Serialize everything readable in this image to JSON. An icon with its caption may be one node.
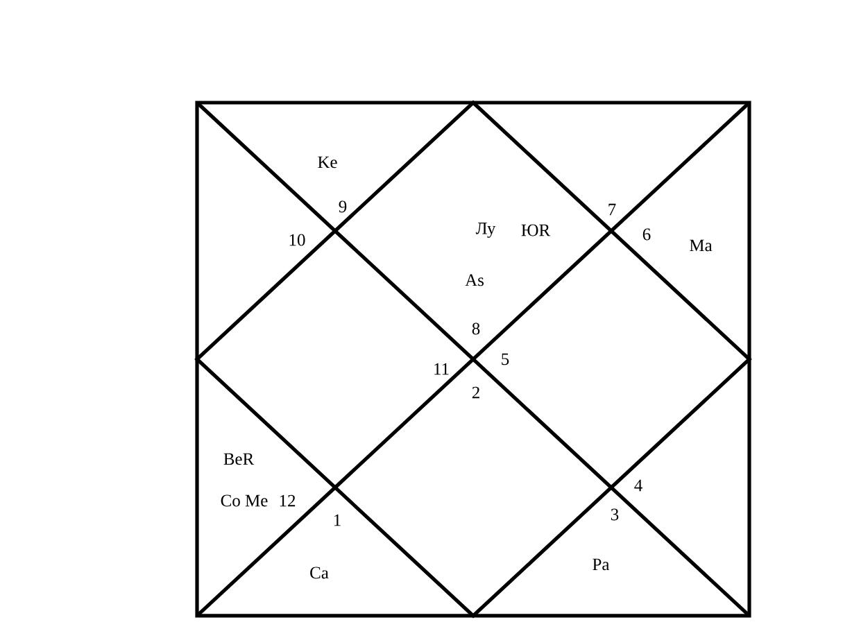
{
  "diagram": {
    "labels": [
      "Ke",
      "9",
      "7",
      "10",
      "Лу",
      "ЮR",
      "6",
      "Ma",
      "As",
      "8",
      "11",
      "5",
      "2",
      "BeR",
      "4",
      "Co Me",
      "12",
      "1",
      "3",
      "Ca",
      "Pa"
    ]
  }
}
